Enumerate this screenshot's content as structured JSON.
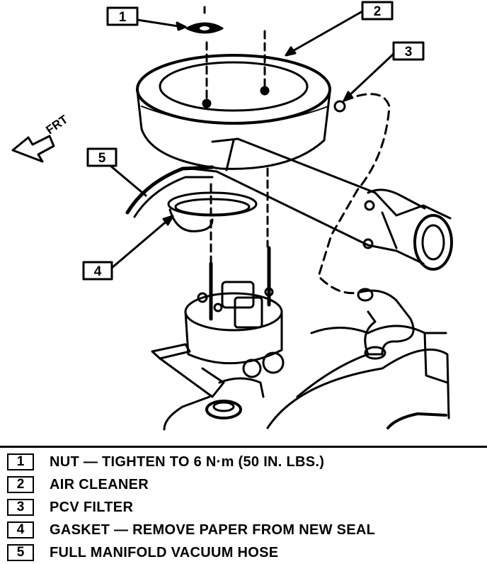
{
  "diagram": {
    "front_label": "FRT",
    "callouts": [
      {
        "number": "1"
      },
      {
        "number": "2"
      },
      {
        "number": "3"
      },
      {
        "number": "4"
      },
      {
        "number": "5"
      }
    ]
  },
  "legend": {
    "items": [
      {
        "number": "1",
        "text": "NUT — TIGHTEN TO 6 N·m (50 IN. LBS.)"
      },
      {
        "number": "2",
        "text": "AIR CLEANER"
      },
      {
        "number": "3",
        "text": "PCV FILTER"
      },
      {
        "number": "4",
        "text": "GASKET — REMOVE PAPER FROM NEW SEAL"
      },
      {
        "number": "5",
        "text": "FULL MANIFOLD VACUUM HOSE"
      }
    ]
  }
}
